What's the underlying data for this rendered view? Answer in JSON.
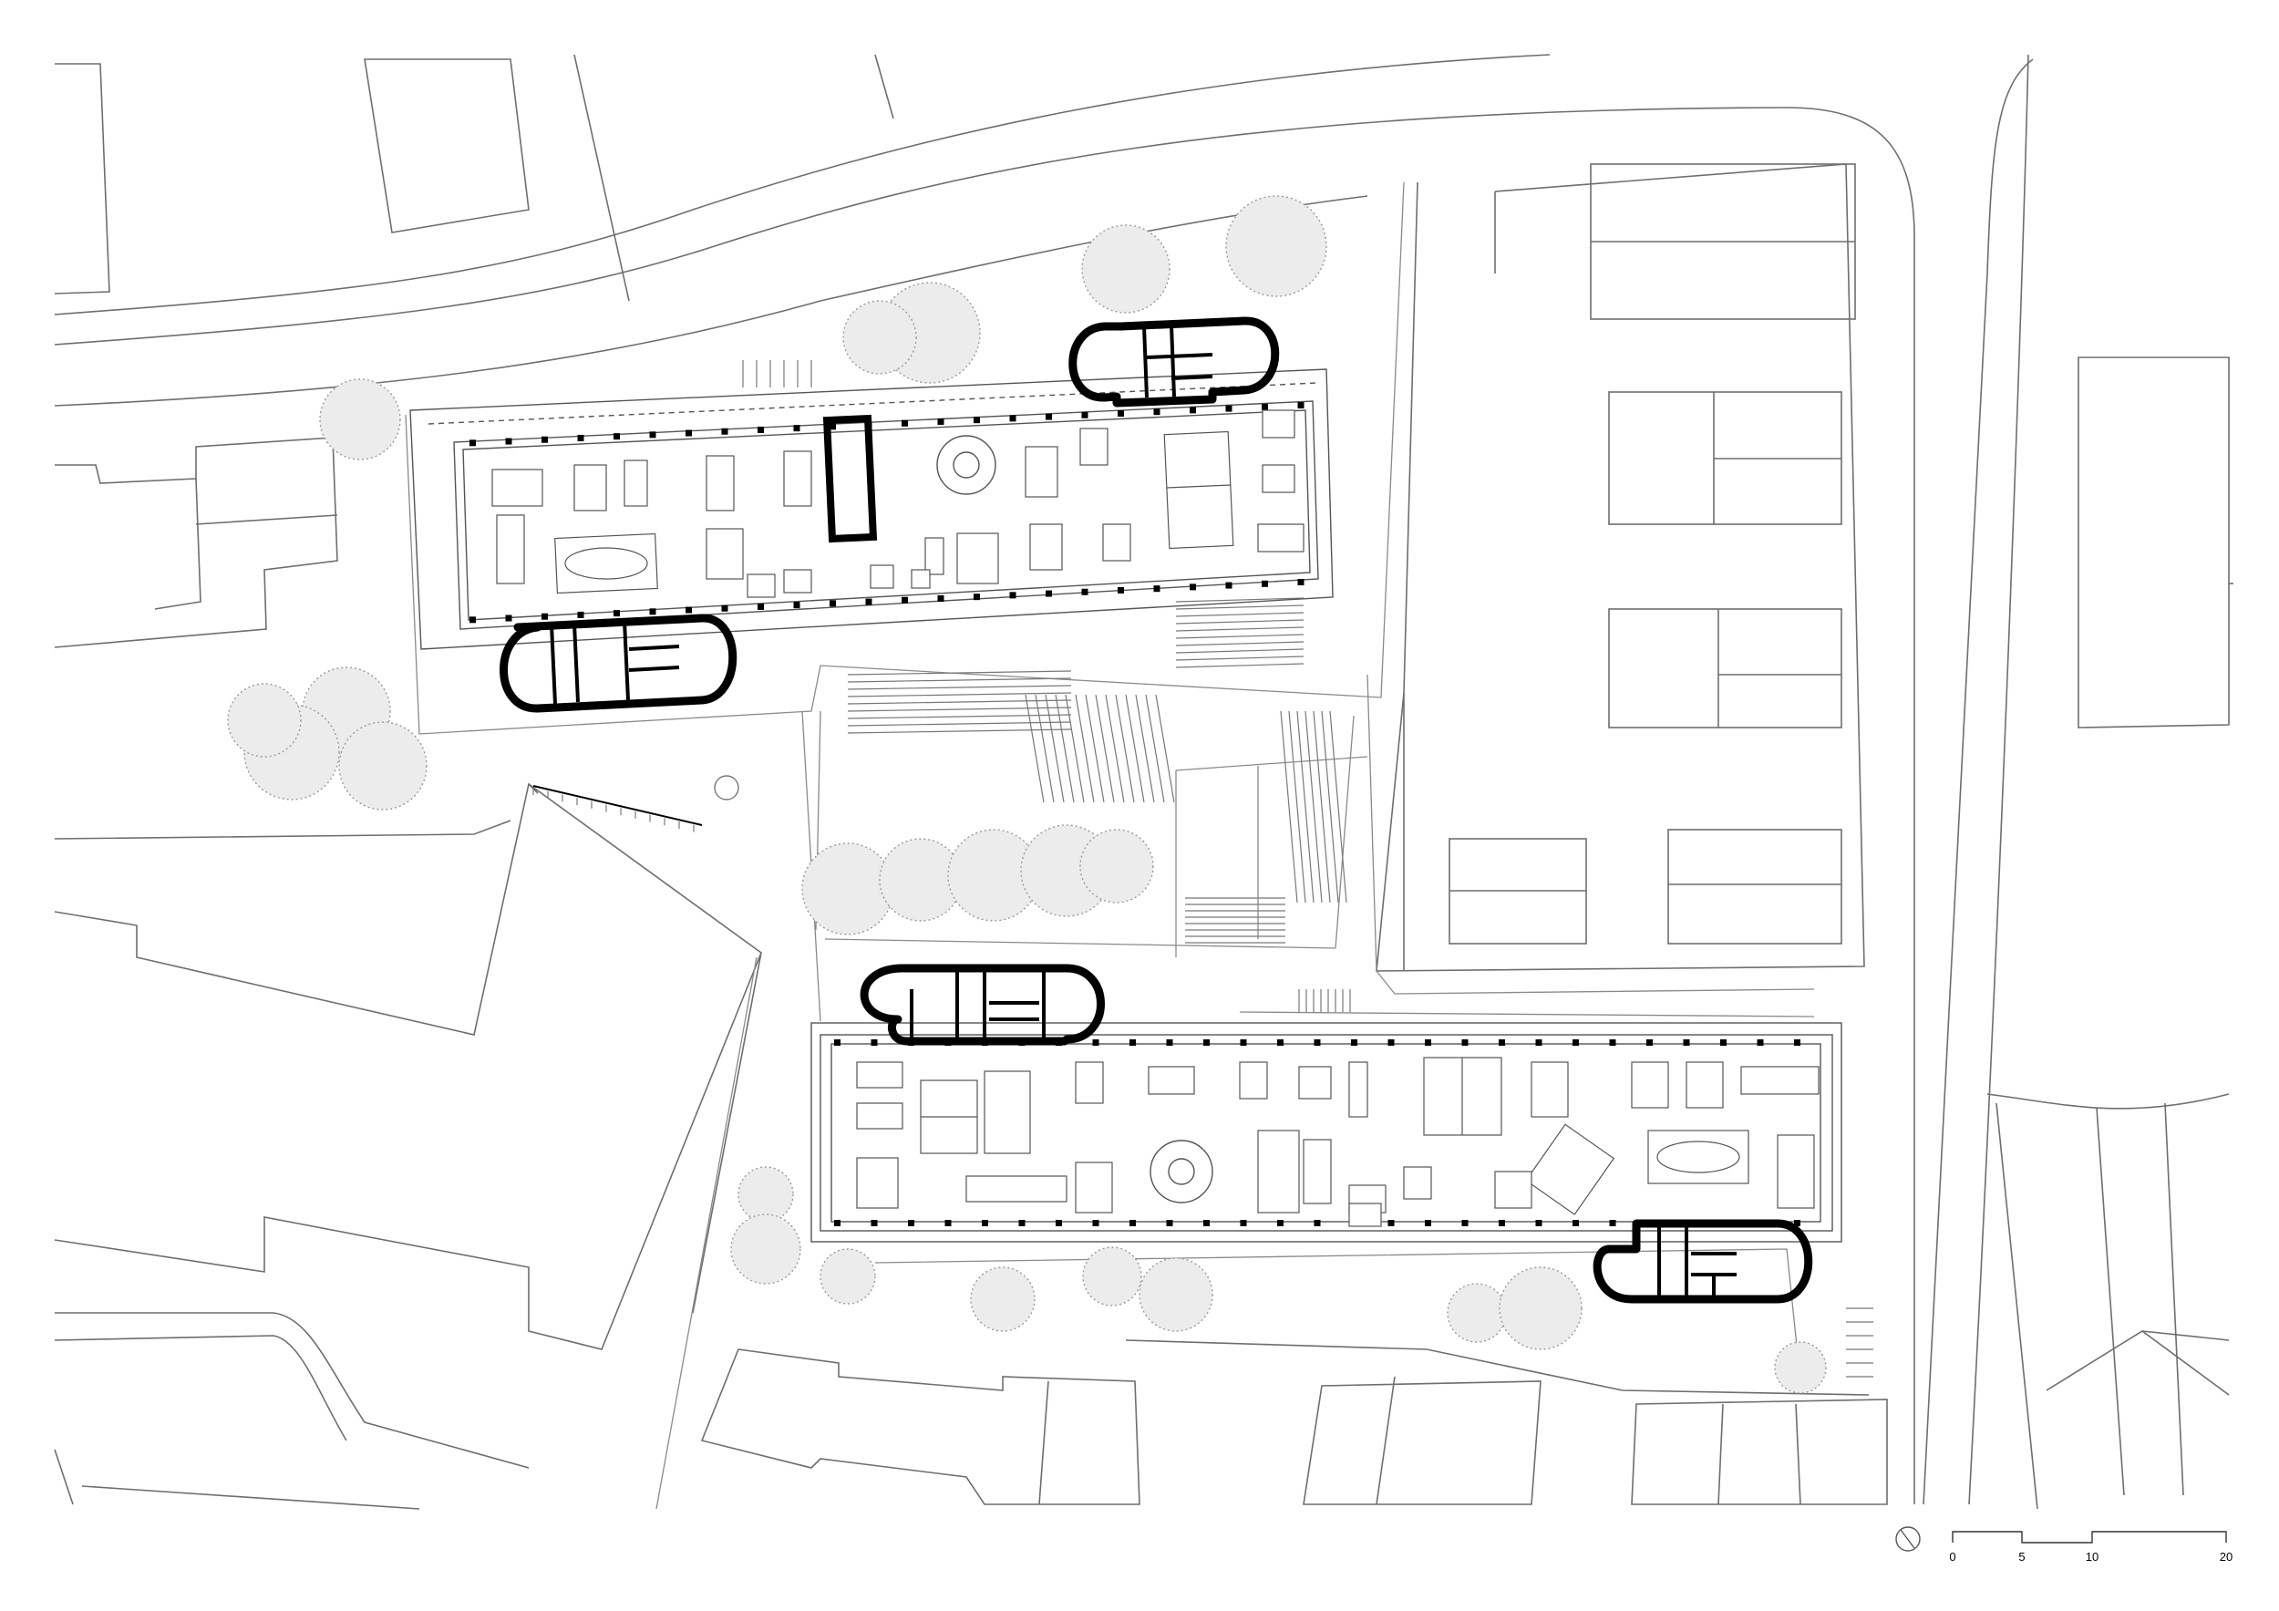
{
  "scale_bar": {
    "labels": [
      "0",
      "5",
      "10",
      "20"
    ]
  },
  "icons": {
    "north": "north-arrow-icon"
  }
}
